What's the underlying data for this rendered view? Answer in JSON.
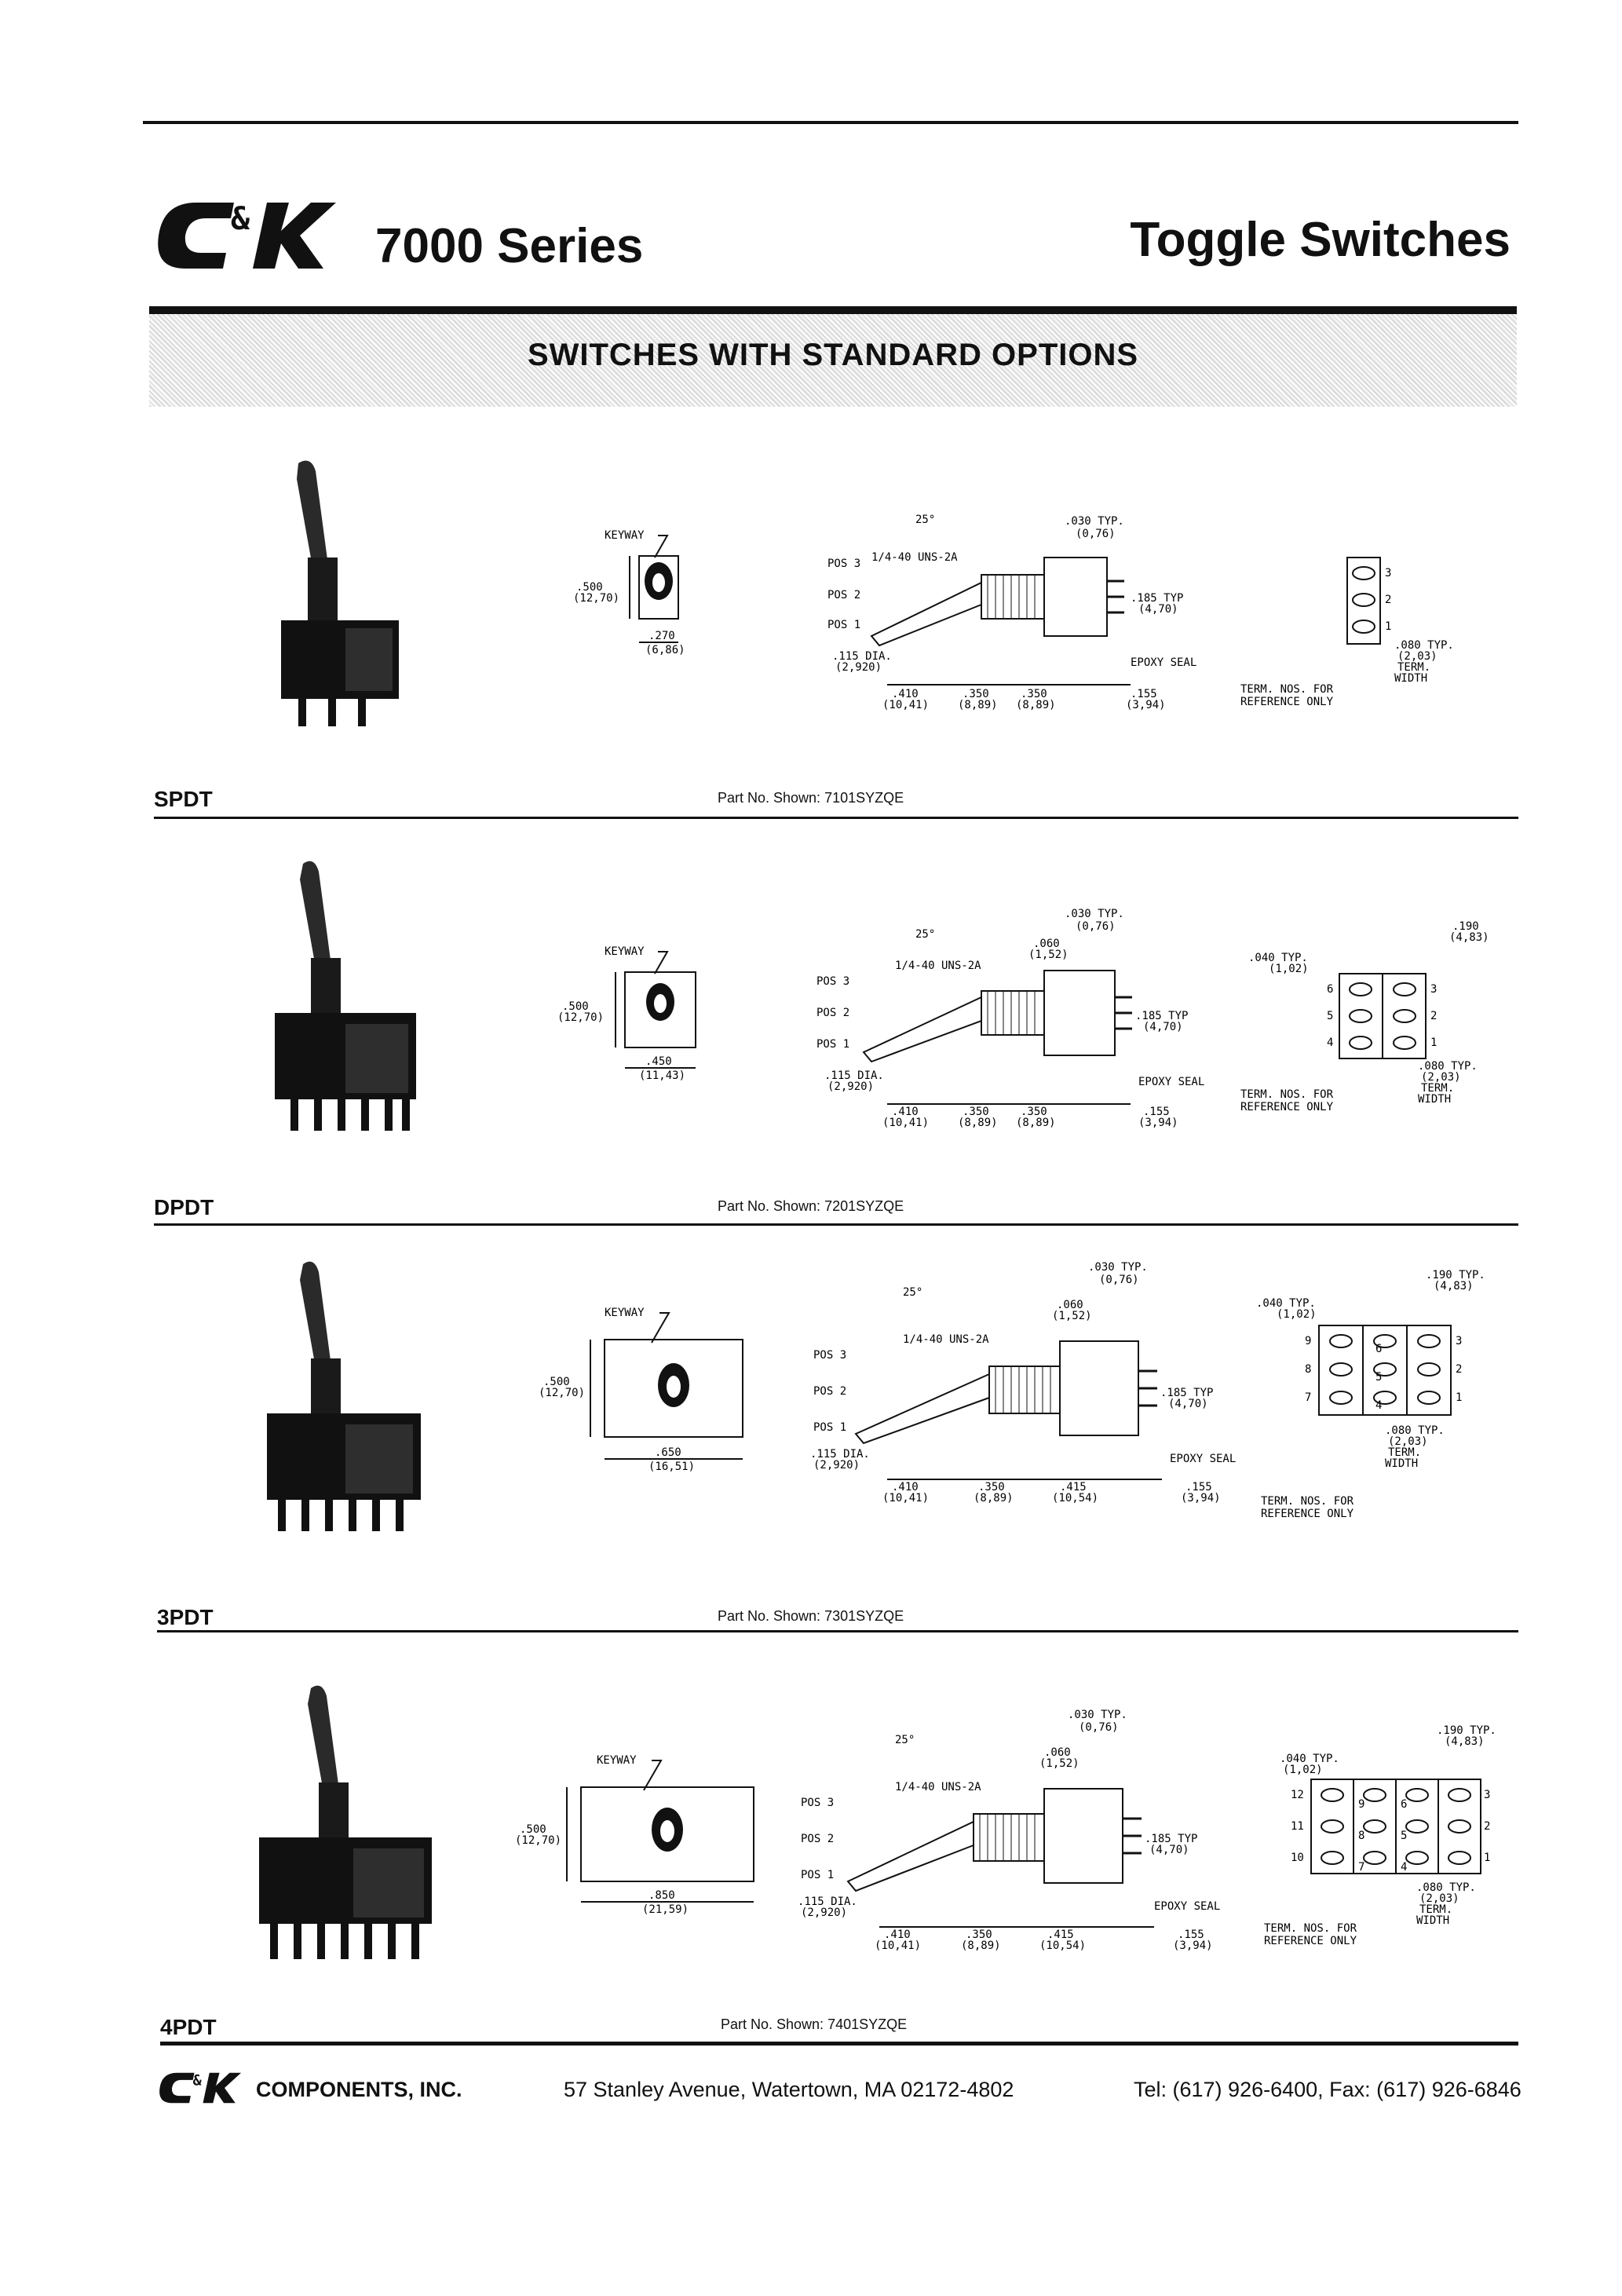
{
  "header": {
    "series": "7000 Series",
    "product": "Toggle Switches",
    "banner": "SWITCHES WITH STANDARD OPTIONS"
  },
  "common": {
    "keyway": "KEYWAY",
    "dim_500": ".500",
    "dim_500_mm": "(12,70)",
    "angle": "25°",
    "thread": "1/4-40 UNS-2A",
    "pos3": "POS 3",
    "pos2": "POS 2",
    "pos1": "POS 1",
    "dim_030": ".030 TYP.",
    "dim_030_mm": "(0,76)",
    "dim_060": ".060",
    "dim_060_mm": "(1,52)",
    "dim_185": ".185 TYP",
    "dim_185_mm": "(4,70)",
    "dim_115": ".115 DIA.",
    "dim_115_mm": "(2,920)",
    "epoxy": "EPOXY SEAL",
    "dim_410": ".410",
    "dim_410_mm": "(10,41)",
    "dim_350": ".350",
    "dim_350_mm": "(8,89)",
    "dim_415": ".415",
    "dim_415_mm": "(10,54)",
    "dim_155": ".155",
    "dim_155_mm": "(3,94)",
    "dim_080": ".080 TYP.",
    "dim_080_mm": "(2,03)",
    "term": "TERM.",
    "width": "WIDTH",
    "dim_040": ".040 TYP.",
    "dim_040_mm": "(1,02)",
    "dim_190": ".190",
    "dim_190_typ": ".190 TYP.",
    "dim_190_mm": "(4,83)",
    "termnos": "TERM. NOS. FOR",
    "reference": "REFERENCE ONLY"
  },
  "sections": [
    {
      "label": "SPDT",
      "part": "Part No. Shown: 7101SYZQE",
      "panel_w": ".270",
      "panel_w_mm": "(6,86)",
      "terms": [
        "3",
        "2",
        "1"
      ]
    },
    {
      "label": "DPDT",
      "part": "Part No. Shown: 7201SYZQE",
      "panel_w": ".450",
      "panel_w_mm": "(11,43)",
      "terms": [
        "6",
        "5",
        "4",
        "3",
        "2",
        "1"
      ]
    },
    {
      "label": "3PDT",
      "part": "Part No. Shown: 7301SYZQE",
      "panel_w": ".650",
      "panel_w_mm": "(16,51)",
      "terms": [
        "9",
        "8",
        "7",
        "3",
        "2",
        "1",
        "6",
        "5",
        "4"
      ]
    },
    {
      "label": "4PDT",
      "part": "Part No. Shown: 7401SYZQE",
      "panel_w": ".850",
      "panel_w_mm": "(21,59)",
      "terms": [
        "12",
        "11",
        "10",
        "3",
        "2",
        "1",
        "9",
        "8",
        "7",
        "6",
        "5",
        "4"
      ]
    }
  ],
  "footer": {
    "company": "COMPONENTS, INC.",
    "address": "57 Stanley Avenue,  Watertown,  MA  02172-4802",
    "contact": "Tel: (617) 926-6400,  Fax: (617) 926-6846"
  },
  "logo_text": "C&K"
}
